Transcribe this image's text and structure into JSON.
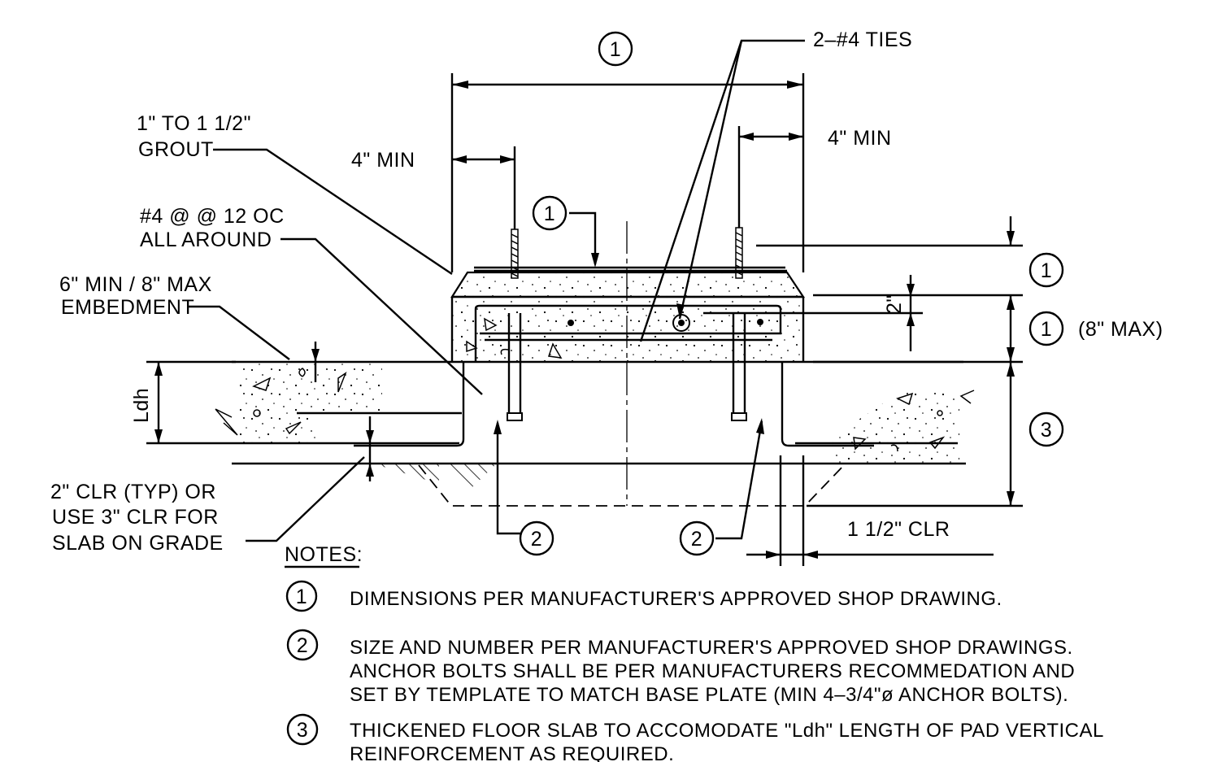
{
  "labels": {
    "ties": "2–#4 TIES",
    "grout_l1": "1\" TO 1 1/2\"",
    "grout_l2": "GROUT",
    "four_min_left": "4\" MIN",
    "four_min_right": "4\" MIN",
    "rebar_l1": "#4 @ @ 12 OC",
    "rebar_l2": "ALL AROUND",
    "embed_l1": "6\" MIN / 8\" MAX",
    "embed_l2": "EMBEDMENT",
    "two_in": "2\"",
    "ldh": "Ldh",
    "eight_max": "(8\" MAX)",
    "clr_l1": "2\" CLR (TYP) OR",
    "clr_l2": "USE 3\" CLR FOR",
    "clr_l3": "SLAB ON GRADE",
    "clr_right": "1 1/2\" CLR"
  },
  "callouts": {
    "top_width": "1",
    "plate": "1",
    "right_upper": "1",
    "right_lower": "1",
    "right_slab": "3",
    "bolt_left": "2",
    "bolt_right": "2"
  },
  "notes": {
    "heading": "NOTES:",
    "items": [
      {
        "num": "1",
        "lines": [
          "DIMENSIONS PER MANUFACTURER'S APPROVED SHOP DRAWING."
        ]
      },
      {
        "num": "2",
        "lines": [
          "SIZE AND NUMBER PER MANUFACTURER'S APPROVED SHOP DRAWINGS.",
          "ANCHOR BOLTS SHALL BE PER MANUFACTURERS RECOMMEDATION AND",
          "SET BY TEMPLATE TO MATCH BASE PLATE (MIN 4–3/4\"ø ANCHOR BOLTS)."
        ]
      },
      {
        "num": "3",
        "lines": [
          "THICKENED FLOOR SLAB TO ACCOMODATE \"Ldh\" LENGTH OF PAD VERTICAL",
          "REINFORCEMENT AS REQUIRED."
        ]
      }
    ]
  }
}
